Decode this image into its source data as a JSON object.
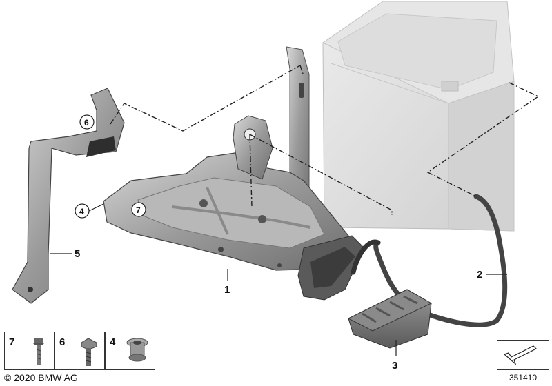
{
  "callouts": {
    "c1": "1",
    "c2": "2",
    "c3": "3",
    "c4": "4",
    "c5": "5",
    "c6": "6",
    "c7": "7"
  },
  "legend": [
    {
      "number": "7",
      "part": "screw-icon"
    },
    {
      "number": "6",
      "part": "hex-bolt-icon"
    },
    {
      "number": "4",
      "part": "nut-insert-icon"
    }
  ],
  "footer": {
    "copyright": "© 2020 BMW AG",
    "diagram_id": "351410"
  },
  "colors": {
    "metal_dark": "#7d7d7d",
    "metal_light": "#cfcfcf",
    "battery": "#dcdcdc",
    "cable": "#444444"
  }
}
